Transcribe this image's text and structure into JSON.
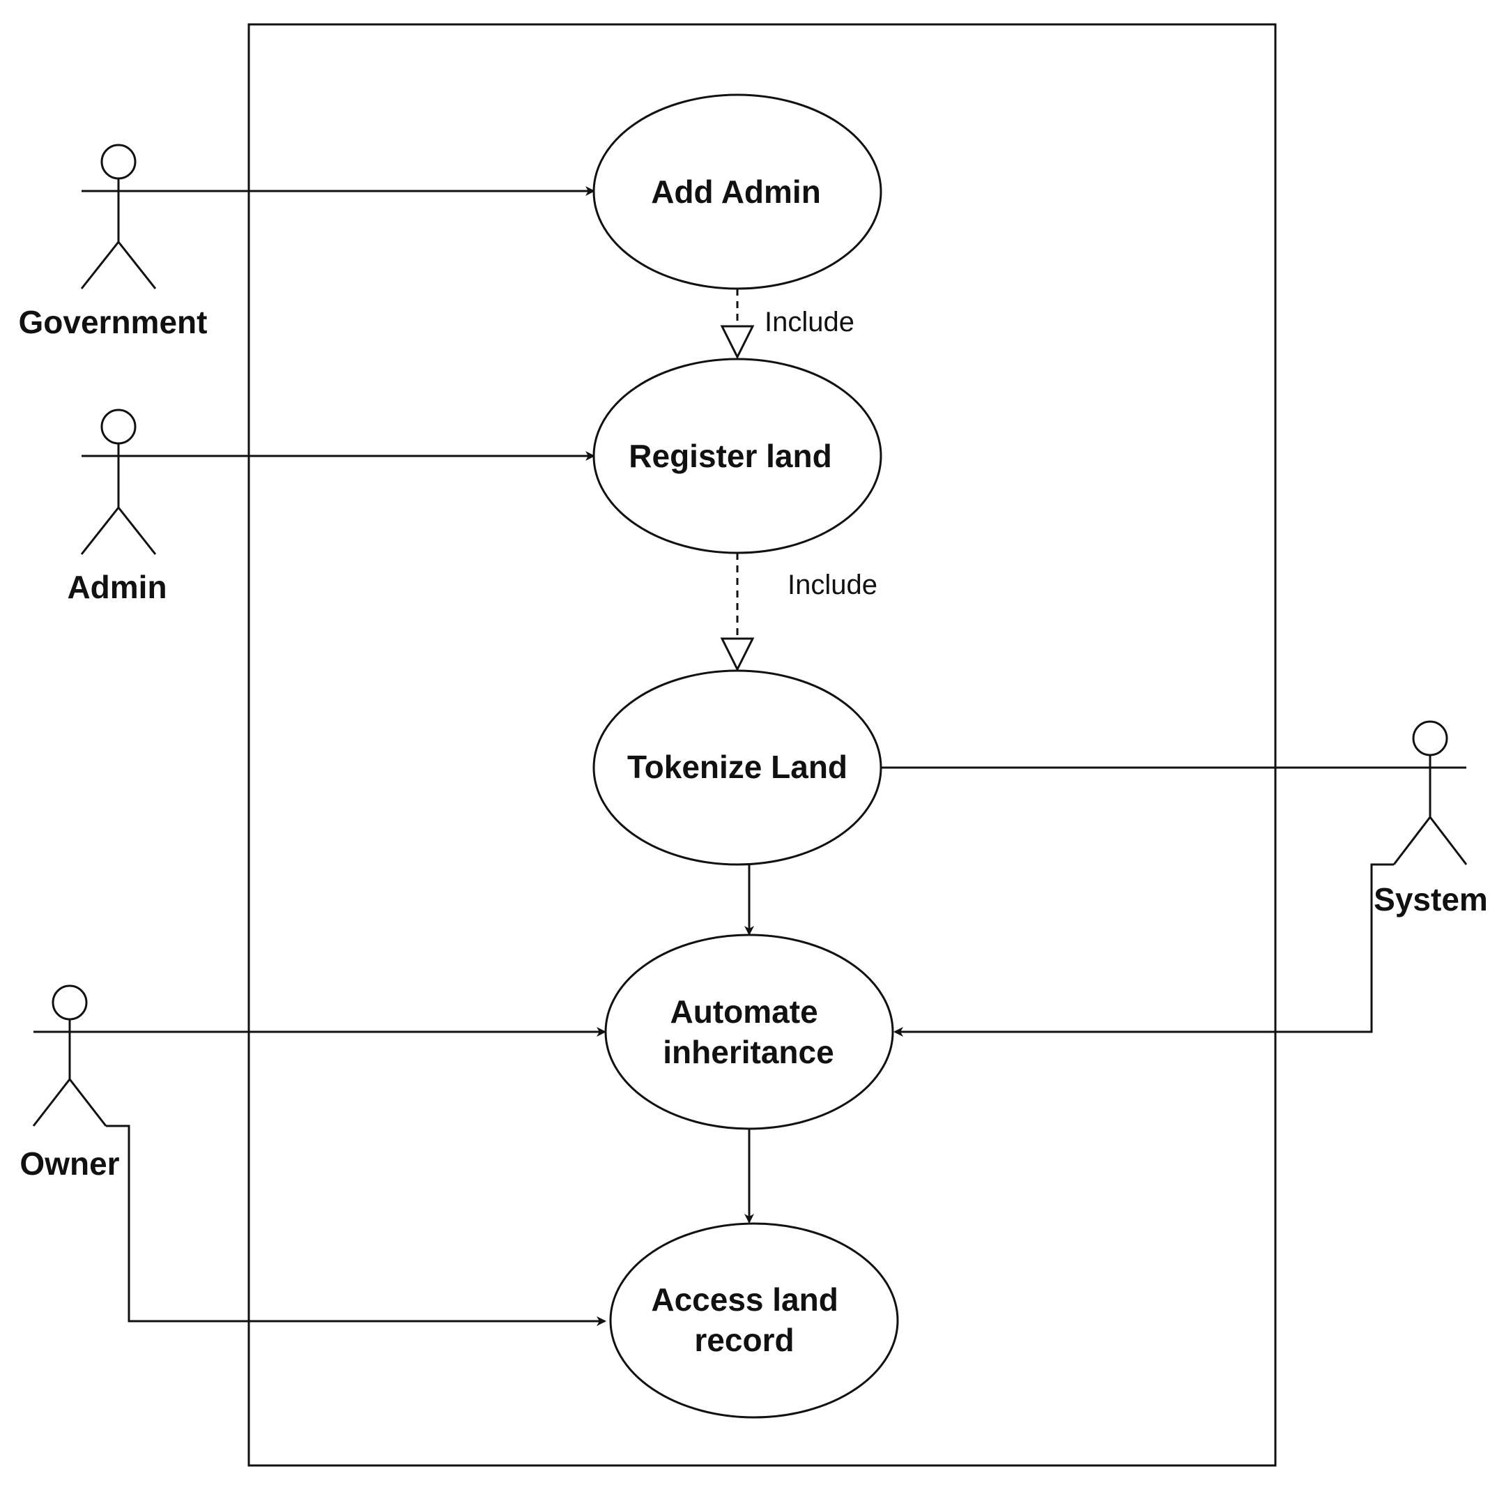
{
  "actors": {
    "government": "Government",
    "admin": "Admin",
    "system": "System",
    "owner": "Owner"
  },
  "use_cases": {
    "add_admin": [
      "Add Admin"
    ],
    "register_land": [
      "Register land"
    ],
    "tokenize_land": [
      "Tokenize Land"
    ],
    "automate_inheritance": [
      "Automate",
      "inheritance"
    ],
    "access_land_record": [
      "Access land",
      "record"
    ]
  },
  "relations": {
    "include_1": "Include",
    "include_2": "Include"
  },
  "colors": {
    "stroke": "#111111",
    "background": "#ffffff"
  }
}
